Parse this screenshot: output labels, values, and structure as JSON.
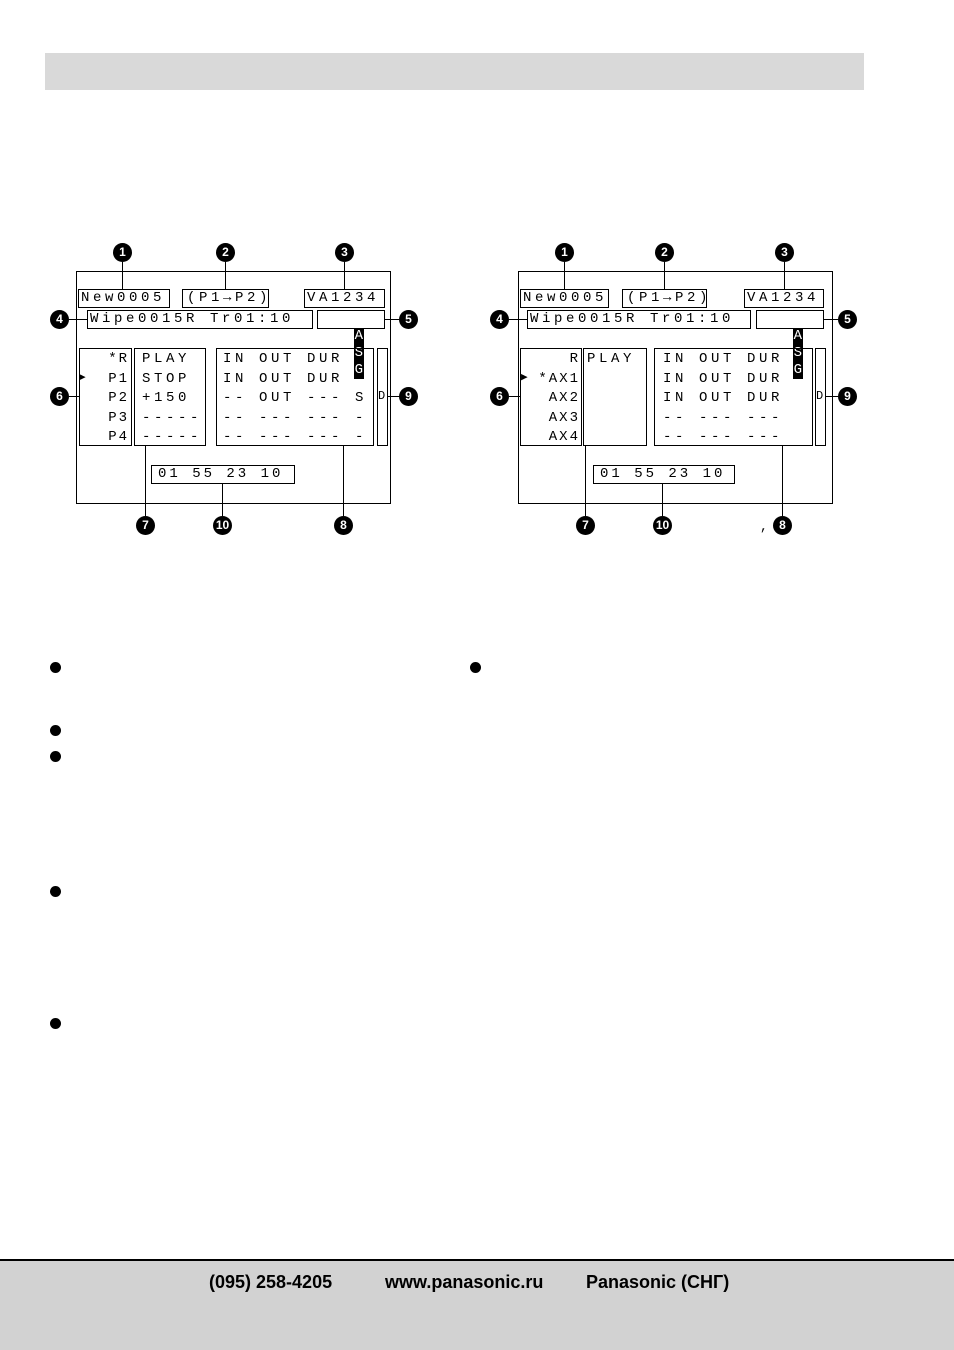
{
  "diagram_left": {
    "callouts": [
      "1",
      "2",
      "3",
      "4",
      "5",
      "6",
      "7",
      "8",
      "9",
      "10"
    ],
    "file_name": "New0005",
    "route": "(P1→P2)",
    "vtr_id": "VA1234",
    "transition": "Wipe0015R Tr01:10",
    "indicators": [
      "A",
      "S",
      "G"
    ],
    "sources": [
      "*R",
      "P1",
      "P2",
      "P3",
      "P4"
    ],
    "cursor": "▶",
    "modes": [
      "PLAY",
      "STOP",
      "+150",
      "-----",
      "-----"
    ],
    "points_header": "IN OUT DUR",
    "points_rows": [
      "IN OUT DUR -",
      "-- OUT --- S",
      "-- --- --- -",
      "-- --- --- -"
    ],
    "side_marker": "D",
    "timecode": "01 55 23 10"
  },
  "diagram_right": {
    "callouts": [
      "1",
      "2",
      "3",
      "4",
      "5",
      "6",
      "7",
      "8",
      "9",
      "10"
    ],
    "file_name": "New0005",
    "route": "(P1→P2)",
    "vtr_id": "VA1234",
    "transition": "Wipe0015R Tr01:10",
    "indicators": [
      "A",
      "S",
      "G"
    ],
    "sources": [
      "R",
      "*AX1",
      "AX2",
      "AX3",
      "AX4"
    ],
    "cursor": "▶",
    "modes": [
      "PLAY"
    ],
    "points_header": "IN OUT DUR",
    "points_rows": [
      "IN OUT DUR",
      "IN OUT DUR",
      "-- --- ---",
      "-- --- ---"
    ],
    "side_marker": "D",
    "timecode": "01 55 23 10",
    "stray_mark": ","
  },
  "footer": {
    "phone": "(095) 258-4205",
    "website": "www.panasonic.ru",
    "company": "Panasonic (СНГ)"
  }
}
